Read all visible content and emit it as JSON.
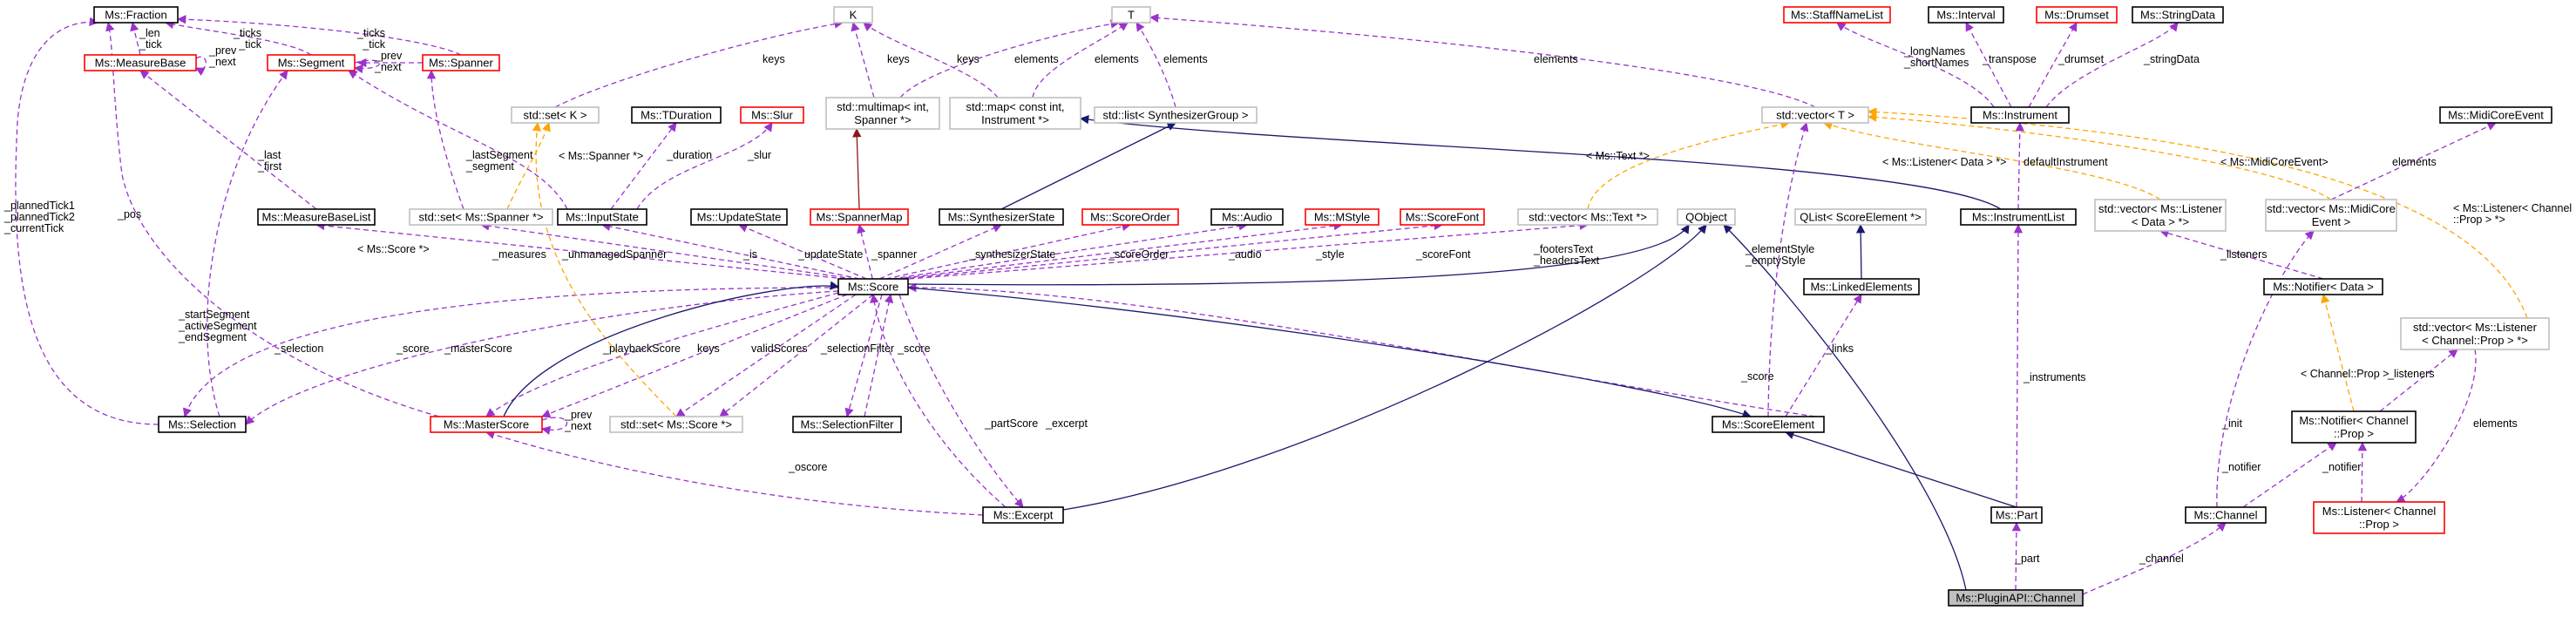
{
  "colors": {
    "use": "#9a32cd",
    "inherit": "#191970",
    "template": "#ffa500",
    "inherit_red": "#8b1a1a",
    "border_black": "#000000",
    "border_red": "#ff0000",
    "border_gray": "#bfbfbf",
    "highlight_fill": "#bfbfbf"
  },
  "nodes": {
    "fraction": {
      "label": [
        "Ms::Fraction"
      ]
    },
    "measurebase": {
      "label": [
        "Ms::MeasureBase"
      ]
    },
    "segment": {
      "label": [
        "Ms::Segment"
      ]
    },
    "spanner": {
      "label": [
        "Ms::Spanner"
      ]
    },
    "k": {
      "label": [
        "K"
      ]
    },
    "t": {
      "label": [
        "T"
      ]
    },
    "stdsetk": {
      "label": [
        "std::set< K >"
      ]
    },
    "tduration": {
      "label": [
        "Ms::TDuration"
      ]
    },
    "slur": {
      "label": [
        "Ms::Slur"
      ]
    },
    "multimap": {
      "label": [
        "std::multimap< int,",
        "Spanner *>"
      ]
    },
    "map": {
      "label": [
        "std::map< const int,",
        "Instrument *>"
      ]
    },
    "stdlist": {
      "label": [
        "std::list< SynthesizerGroup >"
      ]
    },
    "stdvectort": {
      "label": [
        "std::vector< T >"
      ]
    },
    "staffnamelist": {
      "label": [
        "Ms::StaffNameList"
      ]
    },
    "interval": {
      "label": [
        "Ms::Interval"
      ]
    },
    "drumset": {
      "label": [
        "Ms::Drumset"
      ]
    },
    "stringdata": {
      "label": [
        "Ms::StringData"
      ]
    },
    "instrument": {
      "label": [
        "Ms::Instrument"
      ]
    },
    "midicoreevent": {
      "label": [
        "Ms::MidiCoreEvent"
      ]
    },
    "measurebaselist": {
      "label": [
        "Ms::MeasureBaseList"
      ]
    },
    "setspanner": {
      "label": [
        "std::set< Ms::Spanner *>"
      ]
    },
    "inputstate": {
      "label": [
        "Ms::InputState"
      ]
    },
    "updatestate": {
      "label": [
        "Ms::UpdateState"
      ]
    },
    "spannermap": {
      "label": [
        "Ms::SpannerMap"
      ]
    },
    "synthstate": {
      "label": [
        "Ms::SynthesizerState"
      ]
    },
    "scoreorder": {
      "label": [
        "Ms::ScoreOrder"
      ]
    },
    "audio": {
      "label": [
        "Ms::Audio"
      ]
    },
    "mstyle": {
      "label": [
        "Ms::MStyle"
      ]
    },
    "scorefont": {
      "label": [
        "Ms::ScoreFont"
      ]
    },
    "vectortext": {
      "label": [
        "std::vector< Ms::Text *>"
      ]
    },
    "qobject": {
      "label": [
        "QObject"
      ]
    },
    "qlist": {
      "label": [
        "QList< ScoreElement *>"
      ]
    },
    "instrumentlist": {
      "label": [
        "Ms::InstrumentList"
      ]
    },
    "vectorlistener": {
      "label": [
        "std::vector< Ms::Listener",
        "< Data > *>"
      ]
    },
    "vectormidi": {
      "label": [
        "std::vector< Ms::MidiCore",
        "Event >"
      ]
    },
    "vectorlistenerch": {
      "label": [
        "std::vector< Ms::Listener",
        "< Channel::Prop > *>"
      ]
    },
    "notifierdata": {
      "label": [
        "Ms::Notifier< Data >"
      ]
    },
    "score": {
      "label": [
        "Ms::Score"
      ]
    },
    "linkedelements": {
      "label": [
        "Ms::LinkedElements"
      ]
    },
    "selection": {
      "label": [
        "Ms::Selection"
      ]
    },
    "masterscore": {
      "label": [
        "Ms::MasterScore"
      ]
    },
    "setscore": {
      "label": [
        "std::set< Ms::Score *>"
      ]
    },
    "selectionfilter": {
      "label": [
        "Ms::SelectionFilter"
      ]
    },
    "scoreelement": {
      "label": [
        "Ms::ScoreElement"
      ]
    },
    "notifierch": {
      "label": [
        "Ms::Notifier< Channel",
        "::Prop >"
      ]
    },
    "excerpt": {
      "label": [
        "Ms::Excerpt"
      ]
    },
    "part": {
      "label": [
        "Ms::Part"
      ]
    },
    "channel": {
      "label": [
        "Ms::Channel"
      ]
    },
    "listenerch": {
      "label": [
        "Ms::Listener< Channel",
        "::Prop >"
      ]
    },
    "pluginchannel": {
      "label": [
        "Ms::PluginAPI::Channel"
      ]
    }
  },
  "edge_labels": {
    "len_tick": [
      "_len",
      "_tick"
    ],
    "mb_prevnext": [
      "_prev",
      "_next"
    ],
    "seg_ticks": [
      "_ticks",
      "_tick"
    ],
    "sp_ticks": [
      "_ticks",
      "_tick"
    ],
    "seg_prevnext": [
      "_prev",
      "_next"
    ],
    "k_keys": [
      "keys"
    ],
    "mm_keys": [
      "keys"
    ],
    "map_keys": [
      "keys"
    ],
    "t_elements_map": [
      "elements"
    ],
    "t_elements_mm": [
      "elements"
    ],
    "t_elements_list": [
      "elements"
    ],
    "t_elements_vec": [
      "elements"
    ],
    "long_short": [
      "_longNames",
      "_shortNames"
    ],
    "transpose": [
      "_transpose"
    ],
    "drumset": [
      "_drumset"
    ],
    "stringdata": [
      "_stringData"
    ],
    "planned": [
      "_plannedTick1",
      "_plannedTick2",
      "_currentTick"
    ],
    "pos": [
      "_pos"
    ],
    "last_first": [
      "_last",
      "_first"
    ],
    "start_seg": [
      "_startSegment",
      "_activeSegment",
      "_endSegment"
    ],
    "ms_spanner": [
      "< Ms::Spanner *>"
    ],
    "keys_setsp": [
      "keys"
    ],
    "last_seg": [
      "_lastSegment",
      "_segment"
    ],
    "duration": [
      "_duration"
    ],
    "slur": [
      "_slur"
    ],
    "ms_text": [
      "< Ms::Text *>"
    ],
    "ms_listener_data": [
      "< Ms::Listener< Data > *>"
    ],
    "default_instrument": [
      "defaultInstrument"
    ],
    "ms_midi": [
      "< Ms::MidiCoreEvent>"
    ],
    "elements_midi": [
      "elements"
    ],
    "ms_listener_ch": [
      "< Ms::Listener< Channel",
      "::Prop > *>"
    ],
    "ms_score": [
      "< Ms::Score *>"
    ],
    "measures": [
      "_measures"
    ],
    "unmanaged": [
      "_unmanagedSpanner"
    ],
    "is": [
      "_is"
    ],
    "update_state": [
      "_updateState"
    ],
    "spanner": [
      "_spanner"
    ],
    "synth": [
      "_synthesizerState"
    ],
    "score_order": [
      "_scoreOrder"
    ],
    "audio": [
      "_audio"
    ],
    "style": [
      "_style"
    ],
    "score_font": [
      "_scoreFont"
    ],
    "footers": [
      "_footersText",
      "_headersText"
    ],
    "element_style": [
      "_elementStyle",
      "_emptyStyle"
    ],
    "instruments": [
      "_instruments"
    ],
    "listeners_data": [
      "_listeners"
    ],
    "selection": [
      "_selection"
    ],
    "score_sel": [
      "_score"
    ],
    "master_score": [
      "_masterScore"
    ],
    "playback_score": [
      "_playbackScore"
    ],
    "keys_setscore": [
      "keys"
    ],
    "valid_scores": [
      "validScores"
    ],
    "selection_filter": [
      "_selectionFilter"
    ],
    "score_sf": [
      "_score"
    ],
    "ms_prevnext": [
      "_prev",
      "_next"
    ],
    "score_se": [
      "_score"
    ],
    "links": [
      "_links"
    ],
    "part_score": [
      "_partScore"
    ],
    "excerpt": [
      "_excerpt"
    ],
    "oscore": [
      "_oscore"
    ],
    "init": [
      "_init"
    ],
    "channel_prop": [
      "< Channel::Prop >"
    ],
    "listeners_ch": [
      "_listeners"
    ],
    "elements_ch": [
      "elements"
    ],
    "notifier1": [
      "_notifier"
    ],
    "notifier2": [
      "_notifier"
    ],
    "part": [
      "_part"
    ],
    "channel": [
      "_channel"
    ]
  }
}
